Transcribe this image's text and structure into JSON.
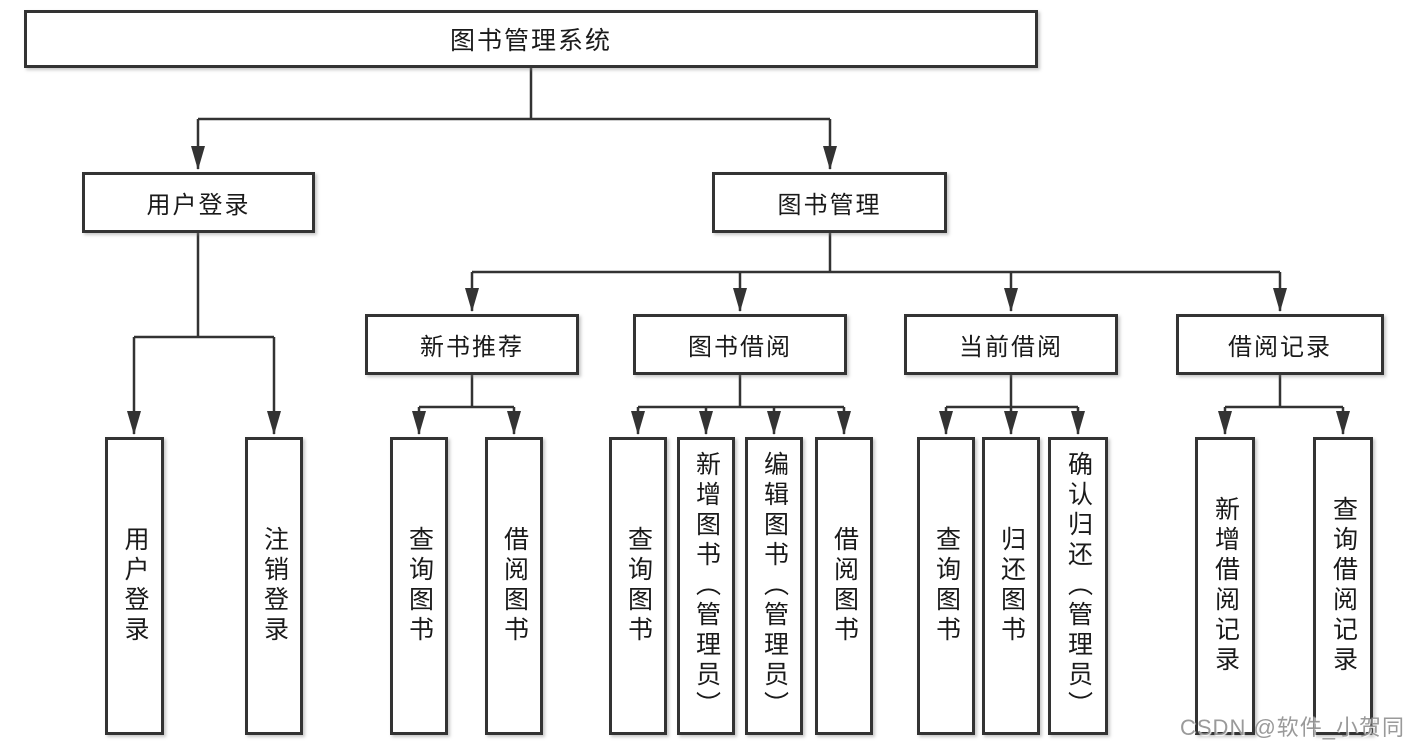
{
  "diagram": {
    "root": {
      "label": "图书管理系统"
    },
    "level2": {
      "user_login": {
        "label": "用户登录"
      },
      "book_mgmt": {
        "label": "图书管理"
      }
    },
    "level3": {
      "new_books": {
        "label": "新书推荐"
      },
      "book_borrow": {
        "label": "图书借阅"
      },
      "current_borrow": {
        "label": "当前借阅"
      },
      "borrow_records": {
        "label": "借阅记录"
      }
    },
    "leaves": {
      "user_login": {
        "label": "用户登录"
      },
      "logout": {
        "label": "注销登录"
      },
      "nb_query_books": {
        "label": "查询图书"
      },
      "nb_borrow_books": {
        "label": "借阅图书"
      },
      "bb_query_books": {
        "label": "查询图书"
      },
      "bb_add_books_admin": {
        "label": "新增图书（管理员）"
      },
      "bb_edit_books_admin": {
        "label": "编辑图书（管理员）"
      },
      "bb_borrow_books": {
        "label": "借阅图书"
      },
      "cb_query_books": {
        "label": "查询图书"
      },
      "cb_return_books": {
        "label": "归还图书"
      },
      "cb_confirm_return_admin": {
        "label": "确认归还（管理员）"
      },
      "br_add_record": {
        "label": "新增借阅记录"
      },
      "br_query_record": {
        "label": "查询借阅记录"
      }
    },
    "colors": {
      "line": "#333333",
      "text": "#1a1a1a",
      "box_background": "#ffffff",
      "page_background": "#ffffff",
      "watermark": "#919191"
    }
  },
  "watermark": {
    "text": "CSDN @软件_小贺同学"
  }
}
